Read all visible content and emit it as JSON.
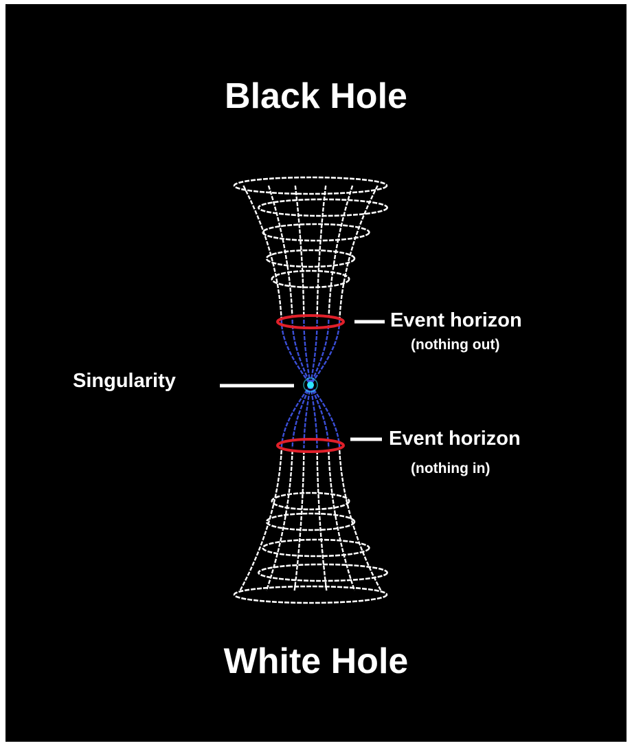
{
  "titles": {
    "top": "Black Hole",
    "bottom": "White Hole"
  },
  "labels": {
    "singularity": "Singularity",
    "horizon_out": {
      "title": "Event horizon",
      "note": "(nothing out)"
    },
    "horizon_in": {
      "title": "Event horizon",
      "note": "(nothing in)"
    }
  },
  "colors": {
    "background": "#000000",
    "grid": "#ffffff",
    "inner_grid": "#3b4fd8",
    "event_horizon": "#e0202a",
    "singularity": "#2ee6ff"
  }
}
